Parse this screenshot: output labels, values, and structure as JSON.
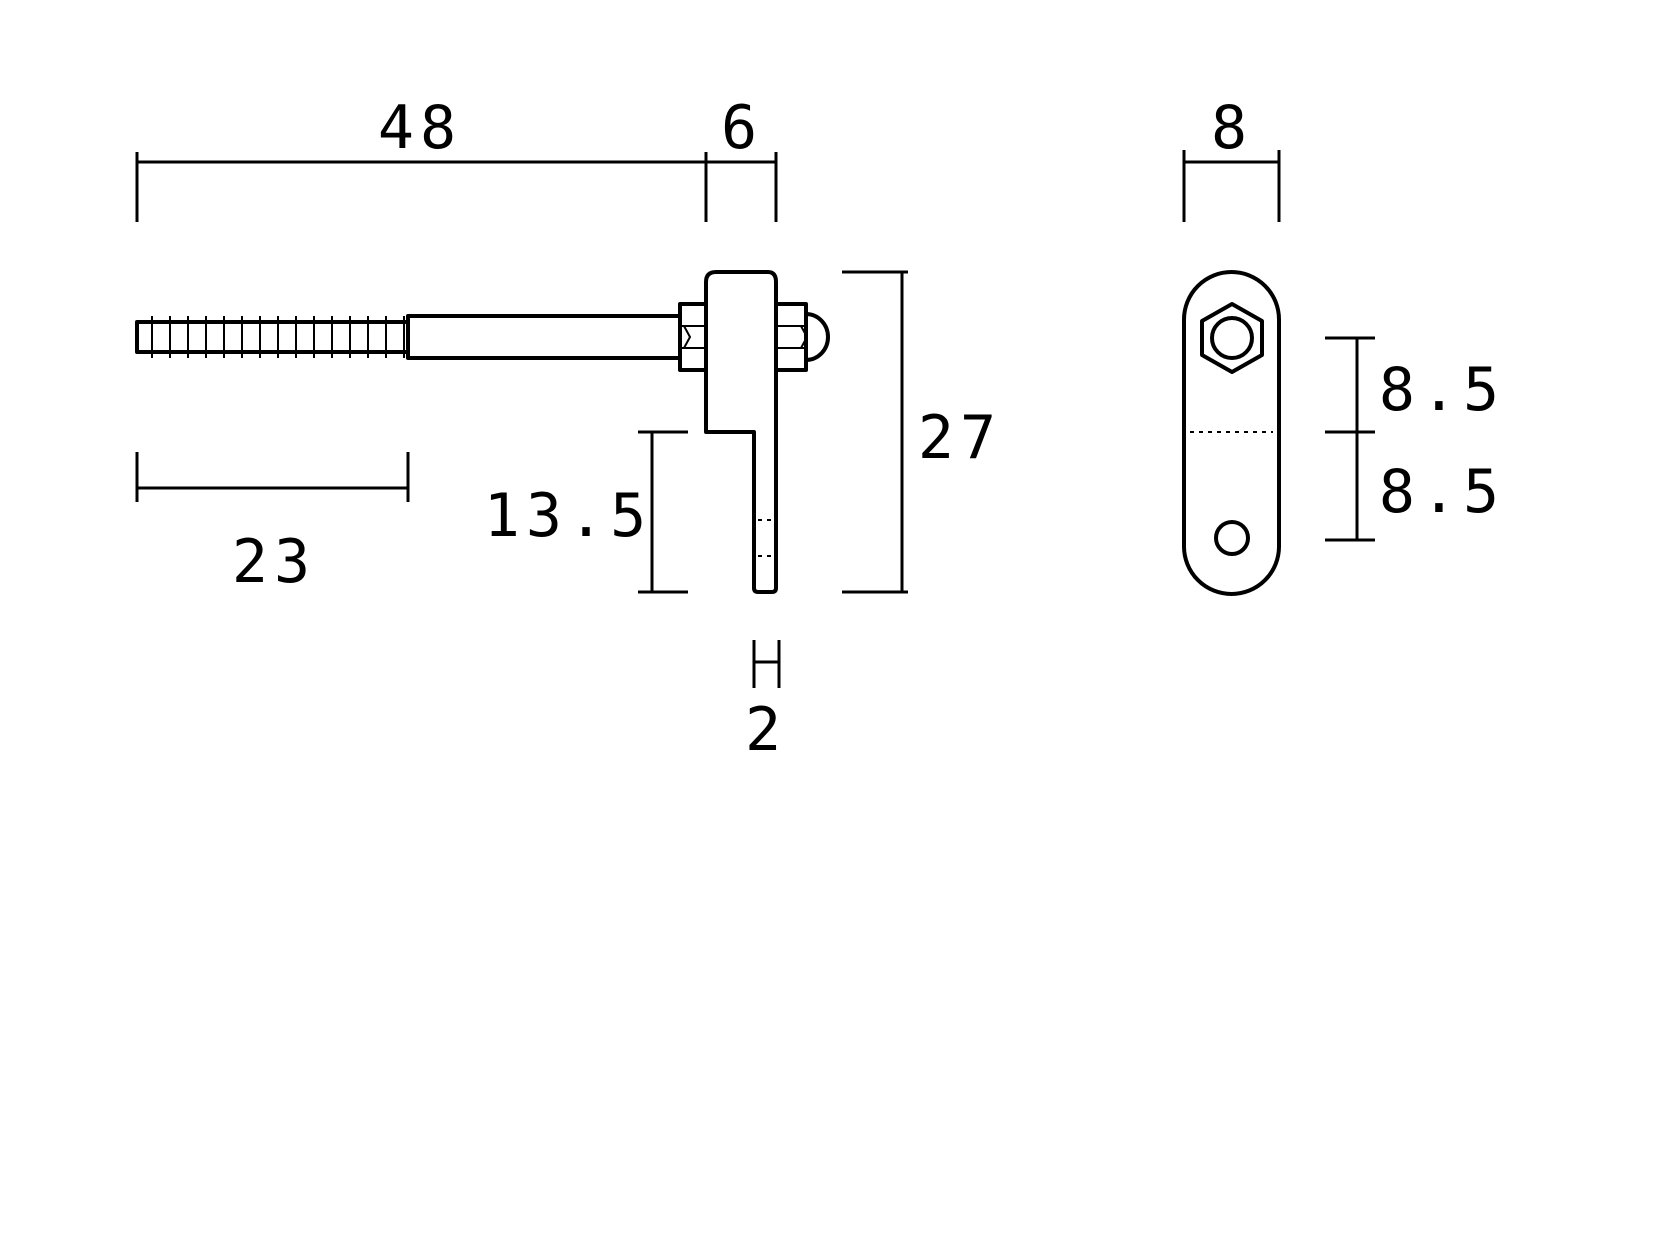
{
  "dimensions": {
    "overall_length": "48",
    "bracket_width": "6",
    "thread_length": "23",
    "overall_height": "27",
    "lower_leg_height": "13.5",
    "leg_thickness": "2",
    "end_view_width": "8",
    "upper_half": "8.5",
    "lower_half": "8.5"
  },
  "colors": {
    "line": "#000000",
    "background": "#ffffff"
  }
}
